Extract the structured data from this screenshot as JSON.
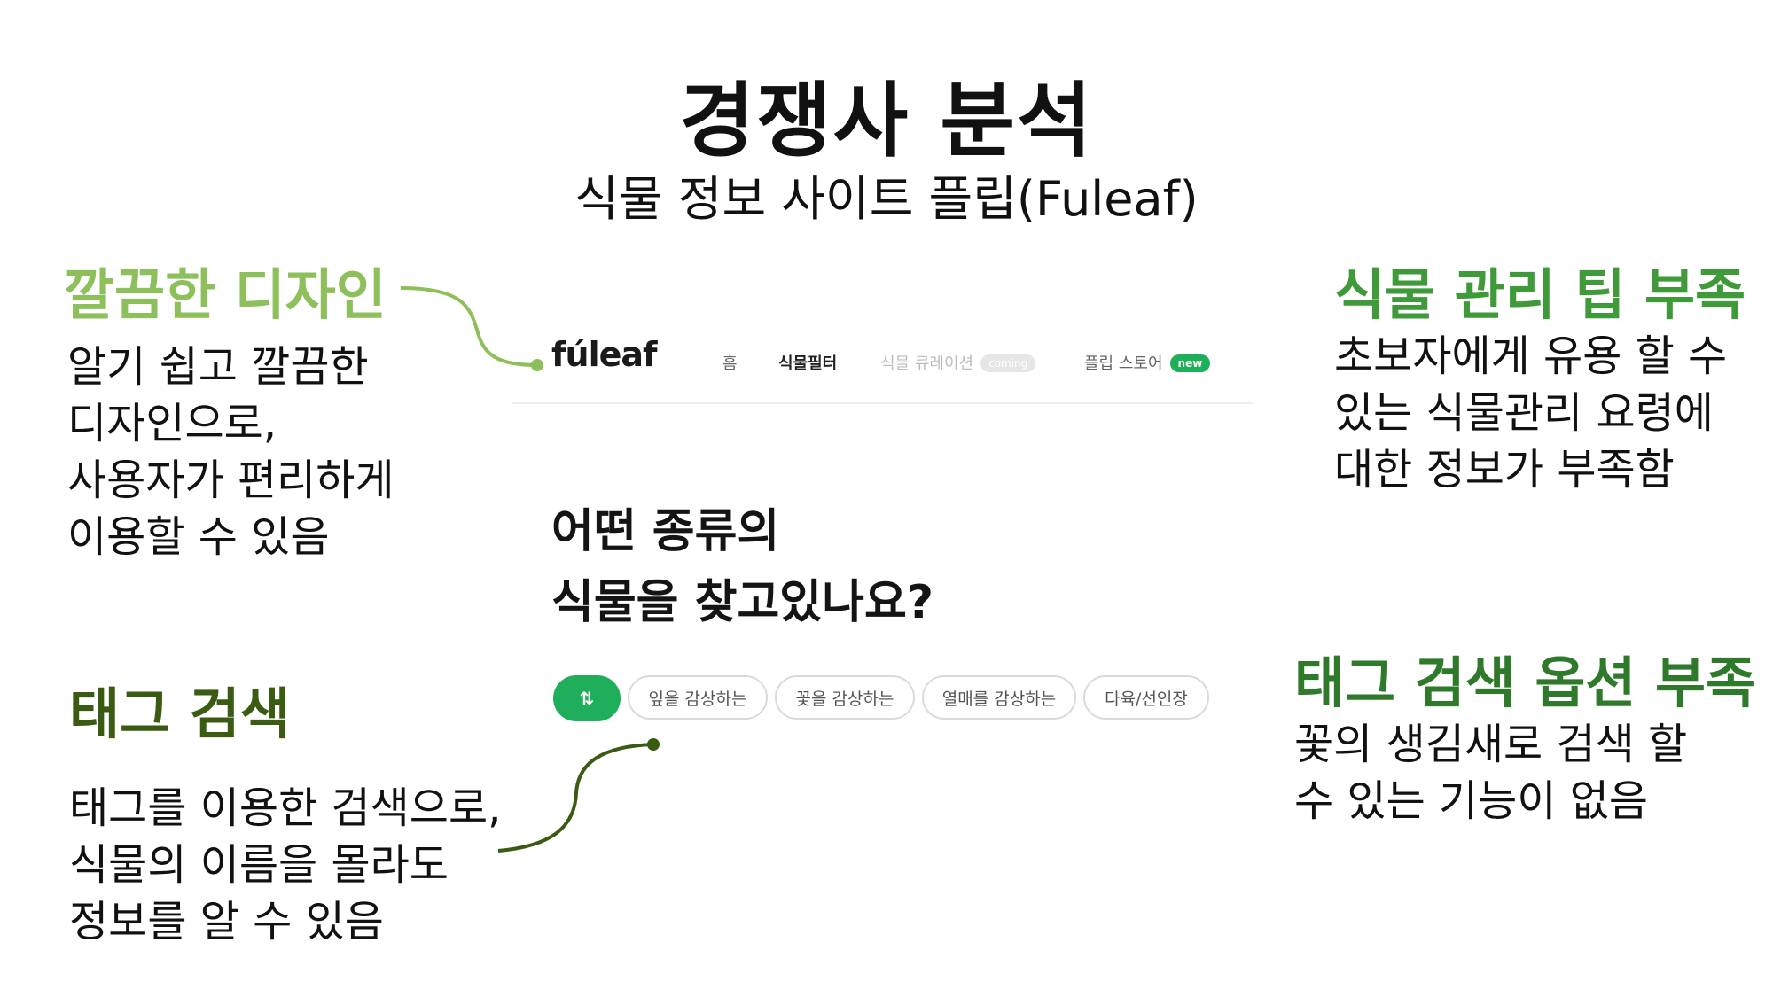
{
  "title": "경쟁사 분석",
  "subtitle": "식물 정보 사이트 플립(Fuleaf)",
  "callouts": {
    "clean_design": {
      "heading": "깔끔한 디자인",
      "lines": [
        "알기 쉽고 깔끔한",
        "디자인으로,",
        "사용자가 편리하게",
        "이용할 수 있음"
      ]
    },
    "tag_search": {
      "heading": "태그 검색",
      "lines": [
        "태그를 이용한 검색으로,",
        "식물의 이름을 몰라도",
        "정보를 알 수 있음"
      ]
    },
    "care_tips": {
      "heading": "식물 관리 팁 부족",
      "lines": [
        "초보자에게 유용 할 수",
        "있는 식물관리 요령에",
        "대한 정보가 부족함"
      ]
    },
    "tag_options": {
      "heading": "태그 검색 옵션 부족",
      "lines": [
        "꽃의 생김새로 검색 할",
        "수 있는 기능이 없음"
      ]
    }
  },
  "screenshot": {
    "logo": "fúleaf",
    "nav": [
      {
        "label": "홈"
      },
      {
        "label": "식물필터"
      },
      {
        "label": "식물 큐레이션",
        "badge": "coming"
      },
      {
        "label": "플립 스토어",
        "badge": "new"
      }
    ],
    "hero_lines": [
      "어떤 종류의",
      "식물을 찾고있나요?"
    ],
    "toggle_icon": "swap-arrows-icon",
    "toggle_glyph": "⇅",
    "chips": [
      "잎을 감상하는",
      "꽃을 감상하는",
      "열매를 감상하는",
      "다육/선인장"
    ]
  },
  "colors": {
    "clean_design_heading": "#8dc05a",
    "tag_search_heading": "#3b5a12",
    "care_tips_heading": "#3f9a3a",
    "tag_options_heading": "#2f7a2a",
    "brand_green": "#1fae5a"
  }
}
